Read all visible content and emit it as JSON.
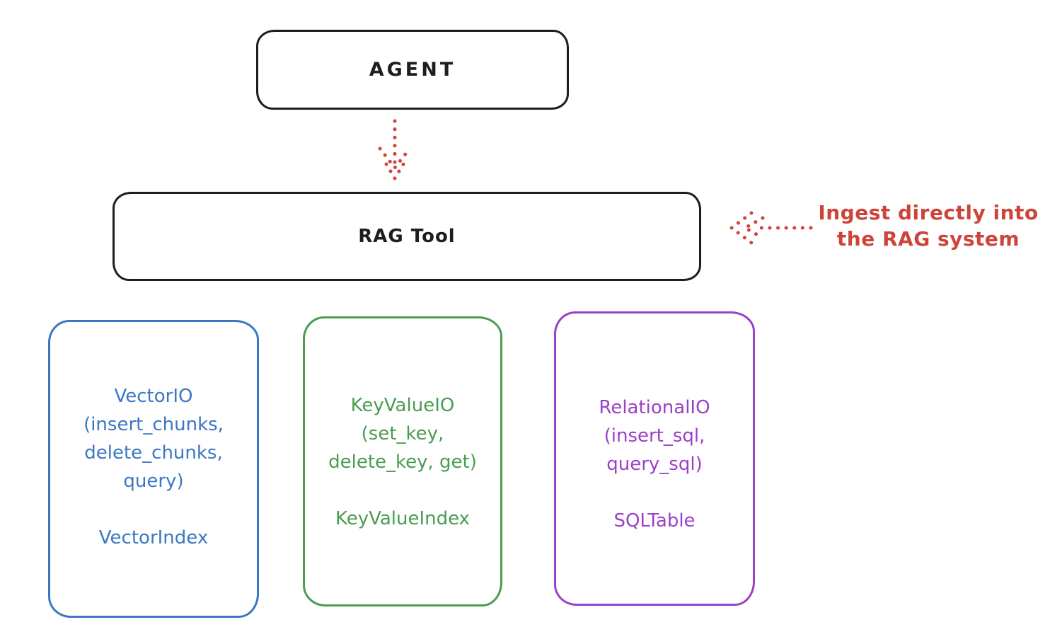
{
  "diagram": {
    "agent_box": {
      "label": "AGENT",
      "border_color": "#1e1e1e"
    },
    "rag_tool_box": {
      "label": "RAG Tool",
      "border_color": "#1e1e1e"
    },
    "agent_to_rag_arrow": {
      "style": "dotted",
      "direction": "down",
      "color": "#d0453a"
    },
    "ingest_annotation": {
      "text_line1": "Ingest directly into",
      "text_line2": "the RAG system",
      "color": "#cd453a",
      "arrow": {
        "style": "dotted",
        "direction": "left",
        "color": "#d0453a"
      }
    },
    "io_boxes": [
      {
        "name": "vector-io",
        "color": "#3b78c3",
        "title_lines": [
          "VectorIO",
          "(insert_chunks,",
          "delete_chunks,",
          "query)"
        ],
        "index_label": "VectorIndex"
      },
      {
        "name": "keyvalue-io",
        "color": "#4a9c51",
        "title_lines": [
          "KeyValueIO",
          "(set_key,",
          "delete_key, get)"
        ],
        "index_label": "KeyValueIndex"
      },
      {
        "name": "relational-io",
        "color": "#9b41c8",
        "title_lines": [
          "RelationalIO",
          "(insert_sql,",
          "query_sql)"
        ],
        "index_label": "SQLTable"
      }
    ],
    "colors": {
      "outline_black": "#1e1e1e",
      "annotation_red": "#d0453a",
      "vector_blue": "#3b78c3",
      "keyvalue_green": "#4a9c51",
      "relational_purple": "#9b41c8",
      "background": "#ffffff"
    }
  }
}
